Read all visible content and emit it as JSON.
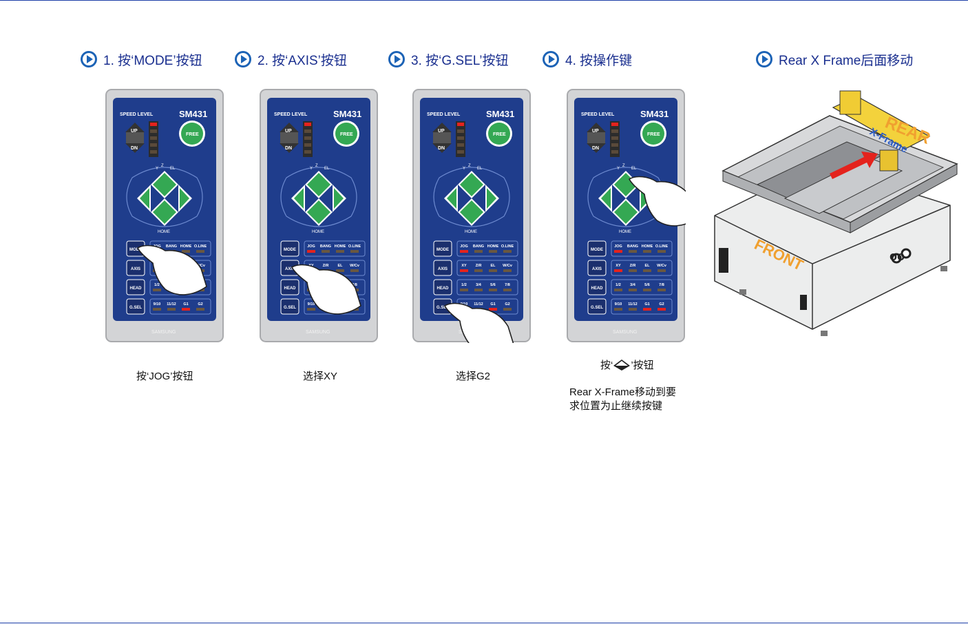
{
  "steps": [
    {
      "title": "1. 按‘MODE’按钮",
      "caption": "按‘JOG’按钮",
      "hand_target": "MODE"
    },
    {
      "title": "2. 按‘AXIS’按钮",
      "caption": "选择XY",
      "hand_target": "AXIS"
    },
    {
      "title": "3. 按‘G.SEL’按钮",
      "caption": "选择G2",
      "hand_target": "G.SEL"
    },
    {
      "title": "4. 按操作键",
      "caption_pre": "按‘",
      "caption_post": "’按钮",
      "note_line1": "Rear X-Frame移动到要",
      "note_line2": "求位置为止继续按键",
      "hand_target": "UP-ARROW"
    }
  ],
  "machine_section": {
    "title": "Rear X Frame后面移动",
    "label_rear": "REAR",
    "label_xframe": "X-Frame",
    "label_front": "FRONT",
    "label_oo": "oo"
  },
  "pendant": {
    "model": "SM431",
    "speed_label": "SPEED LEVEL",
    "up": "UP",
    "dn": "DN",
    "free": "FREE",
    "y": "Y",
    "z": "Z",
    "el": "EL",
    "home": "HOME",
    "brand": "SAMSUNG",
    "mode": "MODE",
    "axis": "AXIS",
    "head": "HEAD",
    "gsel": "G.SEL",
    "mode_opts": [
      "JOG",
      "BANG",
      "HOME",
      "O.LINE"
    ],
    "axis_opts": [
      "XY",
      "Z/R",
      "EL",
      "W/Cv"
    ],
    "head_opts": [
      "1/2",
      "3/4",
      "5/6",
      "7/8"
    ],
    "gsel_opts": [
      "9/10",
      "11/12",
      "G1",
      "G2"
    ]
  },
  "colors": {
    "panel": "#1f3d8c",
    "frame": "#cfd0d2",
    "accent_green": "#34a853",
    "title_blue": "#1a2f8f",
    "led_red": "#e4231d"
  }
}
